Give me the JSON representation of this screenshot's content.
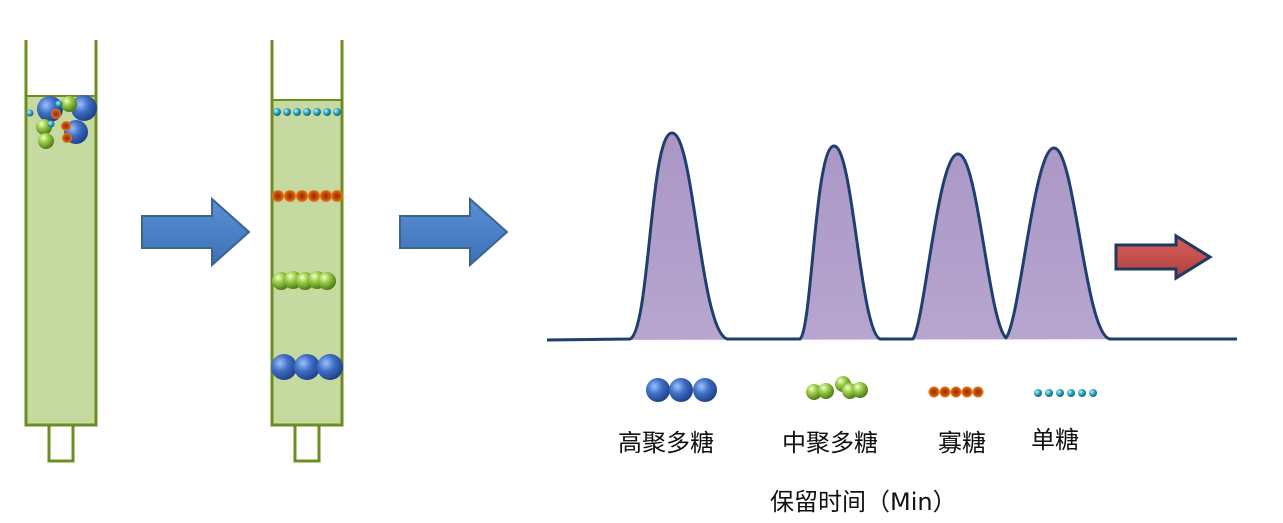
{
  "legend": {
    "high_polysaccharide": "高聚多糖",
    "medium_polysaccharide": "中聚多糖",
    "oligosaccharide": "寡糖",
    "monosaccharide": "单糖"
  },
  "axis_caption": "保留时间（Min）",
  "colors": {
    "column_fill": "#c6d9a0",
    "column_border": "#6b8e23",
    "flow_arrow": "#4f81bd",
    "flow_arrow_border": "#3a6591",
    "time_arrow": "#c0504d",
    "time_arrow_border": "#1f3a5f",
    "peak_fill": "#b1a0c7",
    "peak_outline": "#1f3f6e",
    "high_particle": "#3f6fc4",
    "medium_particle": "#8cc63f",
    "oligo_particle": "#e46c0a",
    "mono_particle": "#31a6bd"
  },
  "peaks_relative_height": [
    1.0,
    0.93,
    0.89,
    0.91
  ]
}
